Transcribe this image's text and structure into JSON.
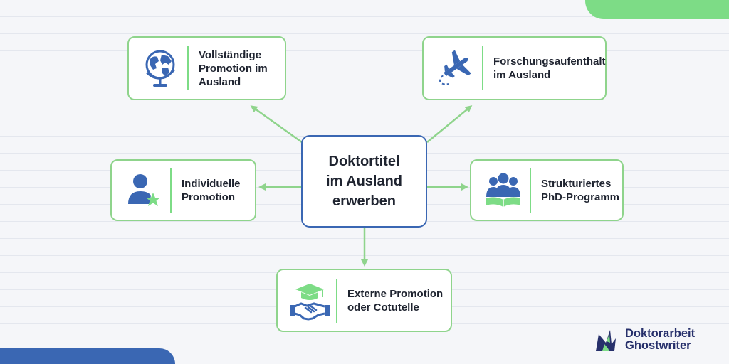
{
  "colors": {
    "green": "#8fd48c",
    "blue": "#3a67b3",
    "accent_green": "#7ddc86",
    "text": "#1f2430"
  },
  "center": {
    "lines": [
      "Doktortitel",
      "im Ausland",
      "erwerben"
    ]
  },
  "nodes": {
    "vollstaendig": {
      "lines": [
        "Vollständige",
        "Promotion im",
        "Ausland"
      ],
      "icon": "globe-icon"
    },
    "forschung": {
      "lines": [
        "Forschungsaufenthalt",
        "im Ausland"
      ],
      "icon": "airplane-icon"
    },
    "individuell": {
      "lines": [
        "Individuelle",
        "Promotion"
      ],
      "icon": "person-star-icon"
    },
    "strukturiert": {
      "lines": [
        "Strukturiertes",
        "PhD-Programm"
      ],
      "icon": "group-book-icon"
    },
    "extern": {
      "lines": [
        "Externe Promotion",
        "oder Cotutelle"
      ],
      "icon": "handshake-graduation-icon"
    }
  },
  "logo": {
    "line1": "Doktorarbeit",
    "line2": "Ghostwriter"
  }
}
